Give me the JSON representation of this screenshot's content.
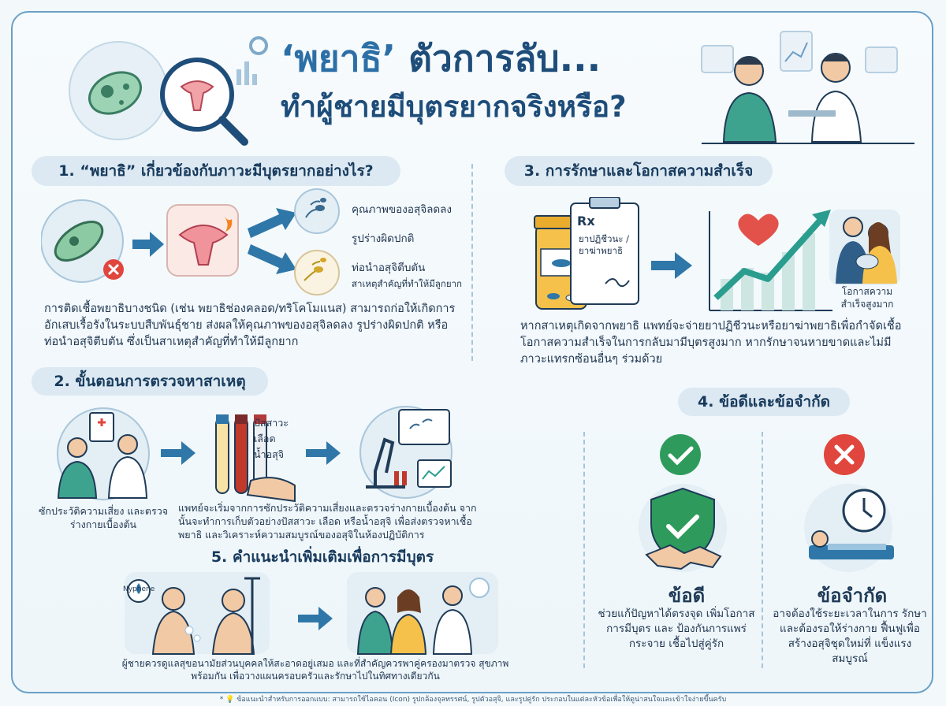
{
  "header": {
    "title_line1_accent": "‘พยาธิ’",
    "title_line1_rest": "ตัวการลับ...",
    "title_line2": "ทำผู้ชายมีบุตรยากจริงหรือ?"
  },
  "section1": {
    "heading": "1. “พยาธิ” เกี่ยวข้องกับภาวะมีบุตรยากอย่างไร?",
    "effect1": "คุณภาพของอสุจิลดลง",
    "effect2": "รูปร่างผิดปกติ",
    "effect3": "ท่อนำอสุจิตีบตัน",
    "effect3_sub": "สาเหตุสำคัญที่ทำให้มีลูกยาก",
    "body": "การติดเชื้อพยาธิบางชนิด (เช่น พยาธิช่องคลอด/ทริโคโมแนส) สามารถก่อให้เกิดการอักเสบเรื้อรังในระบบสืบพันธุ์ชาย ส่งผลให้คุณภาพของอสุจิลดลง รูปร่างผิดปกติ หรือท่อนำอสุจิตีบตัน ซึ่งเป็นสาเหตุสำคัญที่ทำให้มีลูกยาก"
  },
  "section2": {
    "heading": "2. ขั้นตอนการตรวจหาสาเหตุ",
    "step1_caption": "ซักประวัติความเสี่ยง และตรวจร่างกายเบื้องต้น",
    "sample1": "ปัสสาวะ",
    "sample2": "เลือด",
    "sample3": "น้ำอสุจิ",
    "body": "แพทย์จะเริ่มจากการซักประวัติความเสี่ยงและตรวจร่างกายเบื้องต้น จากนั้นจะทำการเก็บตัวอย่างปัสสาวะ เลือด หรือน้ำอสุจิ เพื่อส่งตรวจหาเชื้อพยาธิ และวิเคราะห์ความสมบูรณ์ของอสุจิในห้องปฏิบัติการ"
  },
  "section3": {
    "heading": "3. การรักษาและโอกาสความสำเร็จ",
    "rx_label": "ยาปฏิชีวนะ / ยาฆ่าพยาธิ",
    "family_caption": "โอกาสความ สำเร็จสูงมาก",
    "body": "หากสาเหตุเกิดจากพยาธิ แพทย์จะจ่ายยาปฏิชีวนะหรือยาฆ่าพยาธิเพื่อกำจัดเชื้อ โอกาสความสำเร็จในการกลับมามีบุตรสูงมาก หากรักษาจนหายขาดและไม่มีภาวะแทรกซ้อนอื่นๆ ร่วมด้วย"
  },
  "section4": {
    "heading": "4. ข้อดีและข้อจำกัด",
    "pros_title": "ข้อดี",
    "pros_body": "ช่วยแก้ปัญหาได้ตรงจุด เพิ่มโอกาสการมีบุตร และ ป้องกันการแพร่กระจาย เชื้อไปสู่คู่รัก",
    "cons_title": "ข้อจำกัด",
    "cons_body": "อาจต้องใช้ระยะเวลาในการ รักษา และต้องรอให้ร่างกาย ฟื้นฟูเพื่อสร้างอสุจิชุดใหม่ที่ แข็งแรงสมบูรณ์"
  },
  "section5": {
    "heading": "5. คำแนะนำเพิ่มเติมเพื่อการมีบุตร",
    "soap_label": "Nyphene",
    "body": "ผู้ชายควรดูแลสุขอนามัยส่วนบุคคลให้สะอาดอยู่เสมอ และที่สำคัญควรพาคู่ครองมาตรวจ สุขภาพพร้อมกัน เพื่อวางแผนครอบครัวและรักษาไปในทิศทางเดียวกัน"
  },
  "footer": {
    "note": "* 💡 ข้อแนะนำสำหรับการออกแบบ: สามารถใช้ไอคอน (Icon) รูปกล้องจุลทรรศน์, รูปตัวอสุจิ, และรูปคู่รัก ประกอบในแต่ละหัวข้อเพื่อให้ดูน่าสนใจและเข้าใจง่ายขึ้นครับ"
  },
  "colors": {
    "navy": "#1e4d7a",
    "pill_bg": "#dce9f2",
    "check_green": "#2e9b5c",
    "cross_red": "#e0463e",
    "chart_teal": "#2a9d8f",
    "heart_red": "#e2524b"
  },
  "icons": [
    "microbe-icon",
    "magnifier-uterus-icon",
    "doctor-patient-icon",
    "bar-chart-icon",
    "sperm-icon",
    "uterus-inflamed-icon",
    "arrow-right-icon",
    "pill-bottle-icon",
    "prescription-icon",
    "growth-chart-icon",
    "heart-icon",
    "family-icon",
    "doctor-consult-icon",
    "test-tubes-icon",
    "microscope-icon",
    "check-icon",
    "cross-icon",
    "shield-handshake-icon",
    "clock-icon",
    "sleeping-man-icon",
    "shower-icon",
    "couple-doctor-icon"
  ]
}
